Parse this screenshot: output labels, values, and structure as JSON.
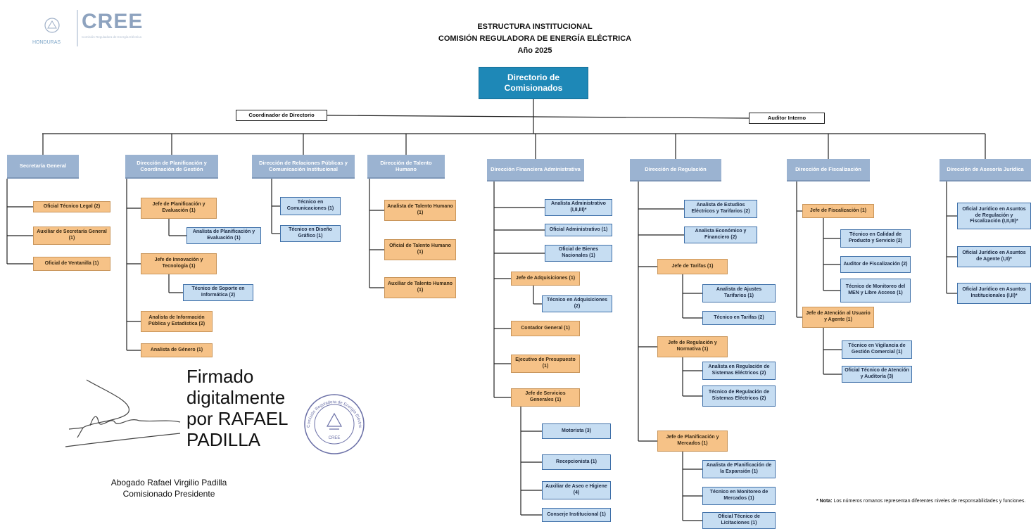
{
  "header": {
    "line1": "ESTRUCTURA INSTITUCIONAL",
    "line2": "COMISIÓN REGULADORA DE ENERGÍA ELÉCTRICA",
    "line3": "Año 2025"
  },
  "logo": {
    "country": "HONDURAS",
    "brand": "CREE",
    "brand_sub": "Comisión Reguladora de Energía Eléctrica"
  },
  "top": "Directorio de Comisionados",
  "staff": {
    "left": "Coordinador de Directorio",
    "right": "Auditor Interno"
  },
  "departments": [
    {
      "id": "sg",
      "label": "Secretaría General",
      "children": [
        {
          "label": "Oficial Técnico Legal (2)",
          "kind": "orange"
        },
        {
          "label": "Auxiliar de Secretaría General (1)",
          "kind": "orange"
        },
        {
          "label": "Oficial de Ventanilla (1)",
          "kind": "orange"
        }
      ]
    },
    {
      "id": "dp",
      "label": "Dirección de Planificación y Coordinación de Gestión",
      "children": [
        {
          "label": "Jefe de Planificación y Evaluación (1)",
          "kind": "orange",
          "children": [
            {
              "label": "Analista de Planificación y Evaluación (1)",
              "kind": "blue"
            }
          ]
        },
        {
          "label": "Jefe de Innovación y Tecnología (1)",
          "kind": "orange",
          "children": [
            {
              "label": "Técnico de Soporte en Informática (2)",
              "kind": "blue"
            }
          ]
        },
        {
          "label": "Analista de Información Pública y Estadística (2)",
          "kind": "orange"
        },
        {
          "label": "Analista de Género (1)",
          "kind": "orange"
        }
      ]
    },
    {
      "id": "rp",
      "label": "Dirección de Relaciones Públicas y Comunicación Institucional",
      "children": [
        {
          "label": "Técnico en Comunicaciones (1)",
          "kind": "blue"
        },
        {
          "label": "Técnico en Diseño Gráfico (1)",
          "kind": "blue"
        }
      ]
    },
    {
      "id": "th",
      "label": "Dirección de Talento Humano",
      "children": [
        {
          "label": "Analista de Talento Humano (1)",
          "kind": "orange"
        },
        {
          "label": "Oficial de Talento Humano (1)",
          "kind": "orange"
        },
        {
          "label": "Auxiliar de Talento Humano (1)",
          "kind": "orange"
        }
      ]
    },
    {
      "id": "df",
      "label": "Dirección Financiera Administrativa",
      "children": [
        {
          "label": "Analista Administrativo (I,II,III)*",
          "kind": "blue"
        },
        {
          "label": "Oficial Administrativo (1)",
          "kind": "blue"
        },
        {
          "label": "Oficial de Bienes Nacionales (1)",
          "kind": "blue"
        },
        {
          "label": "Jefe de Adquisiciones (1)",
          "kind": "orange",
          "children": [
            {
              "label": "Técnico en Adquisiciones (2)",
              "kind": "blue"
            }
          ]
        },
        {
          "label": "Contador General (1)",
          "kind": "orange"
        },
        {
          "label": "Ejecutivo de Presupuesto (1)",
          "kind": "orange"
        },
        {
          "label": "Jefe de Servicios Generales (1)",
          "kind": "orange",
          "children": [
            {
              "label": "Motorista (3)",
              "kind": "blue"
            },
            {
              "label": "Recepcionista (1)",
              "kind": "blue"
            },
            {
              "label": "Auxiliar de Aseo e Higiene (4)",
              "kind": "blue"
            },
            {
              "label": "Conserje Institucional (1)",
              "kind": "blue"
            }
          ]
        }
      ]
    },
    {
      "id": "dr",
      "label": "Dirección de Regulación",
      "children": [
        {
          "label": "Analista de Estudios Eléctricos y Tarifarios (2)",
          "kind": "blue"
        },
        {
          "label": "Analista Económico y Financiero (2)",
          "kind": "blue"
        },
        {
          "label": "Jefe de Tarifas (1)",
          "kind": "orange",
          "children": [
            {
              "label": "Analista de Ajustes Tarifarios (1)",
              "kind": "blue"
            },
            {
              "label": "Técnico en Tarifas (2)",
              "kind": "blue"
            }
          ]
        },
        {
          "label": "Jefe de Regulación y Normativa (1)",
          "kind": "orange",
          "children": [
            {
              "label": "Analista en Regulación de Sistemas Eléctricos (2)",
              "kind": "blue"
            },
            {
              "label": "Técnico de Regulación de Sistemas Eléctricos (2)",
              "kind": "blue"
            }
          ]
        },
        {
          "label": "Jefe de Planificación y Mercados (1)",
          "kind": "orange",
          "children": [
            {
              "label": "Analista de Planificación de la Expansión (1)",
              "kind": "blue"
            },
            {
              "label": "Técnico en Monitoreo de Mercados (1)",
              "kind": "blue"
            },
            {
              "label": "Oficial Técnico de Licitaciones (1)",
              "kind": "blue"
            }
          ]
        }
      ]
    },
    {
      "id": "dfz",
      "label": "Dirección de Fiscalización",
      "children": [
        {
          "label": "Jefe de Fiscalización (1)",
          "kind": "orange",
          "children": [
            {
              "label": "Técnico en Calidad de Producto y Servicio (2)",
              "kind": "blue"
            },
            {
              "label": "Auditor de Fiscalización (2)",
              "kind": "blue"
            },
            {
              "label": "Técnico de Monitoreo del MEN y Libre Acceso (1)",
              "kind": "blue"
            }
          ]
        },
        {
          "label": "Jefe de Atención al Usuario y Agente (1)",
          "kind": "orange",
          "children": [
            {
              "label": "Técnico en Vigilancia de Gestión Comercial (1)",
              "kind": "blue"
            },
            {
              "label": "Oficial Técnico de Atención y Auditoría (3)",
              "kind": "blue"
            }
          ]
        }
      ]
    },
    {
      "id": "aj",
      "label": "Dirección de Asesoría Jurídica",
      "children": [
        {
          "label": "Oficial Jurídico en Asuntos de Regulación y Fiscalización (I,II,III)*",
          "kind": "blue"
        },
        {
          "label": "Oficial Jurídico en Asuntos de Agente (I,II)*",
          "kind": "blue"
        },
        {
          "label": "Oficial Jurídico en Asuntos Institucionales (I,II)*",
          "kind": "blue"
        }
      ]
    }
  ],
  "signature": {
    "stamp": "Firmado digitalmente por RAFAEL PADILLA",
    "name": "Abogado Rafael Virgilio Padilla",
    "role": "Comisionado Presidente",
    "seal_text": "Comisión Reguladora de Energía Eléctrica",
    "seal_abbr": "CREE"
  },
  "note": {
    "label": "* Nota:",
    "text": "Los números romanos representan diferentes niveles de responsabilidades y funciones."
  },
  "colors": {
    "top": "#1e88b7",
    "dept": "#9bb3d1",
    "orange": "#f6c287",
    "blue": "#c6ddf2",
    "line": "#222222"
  }
}
